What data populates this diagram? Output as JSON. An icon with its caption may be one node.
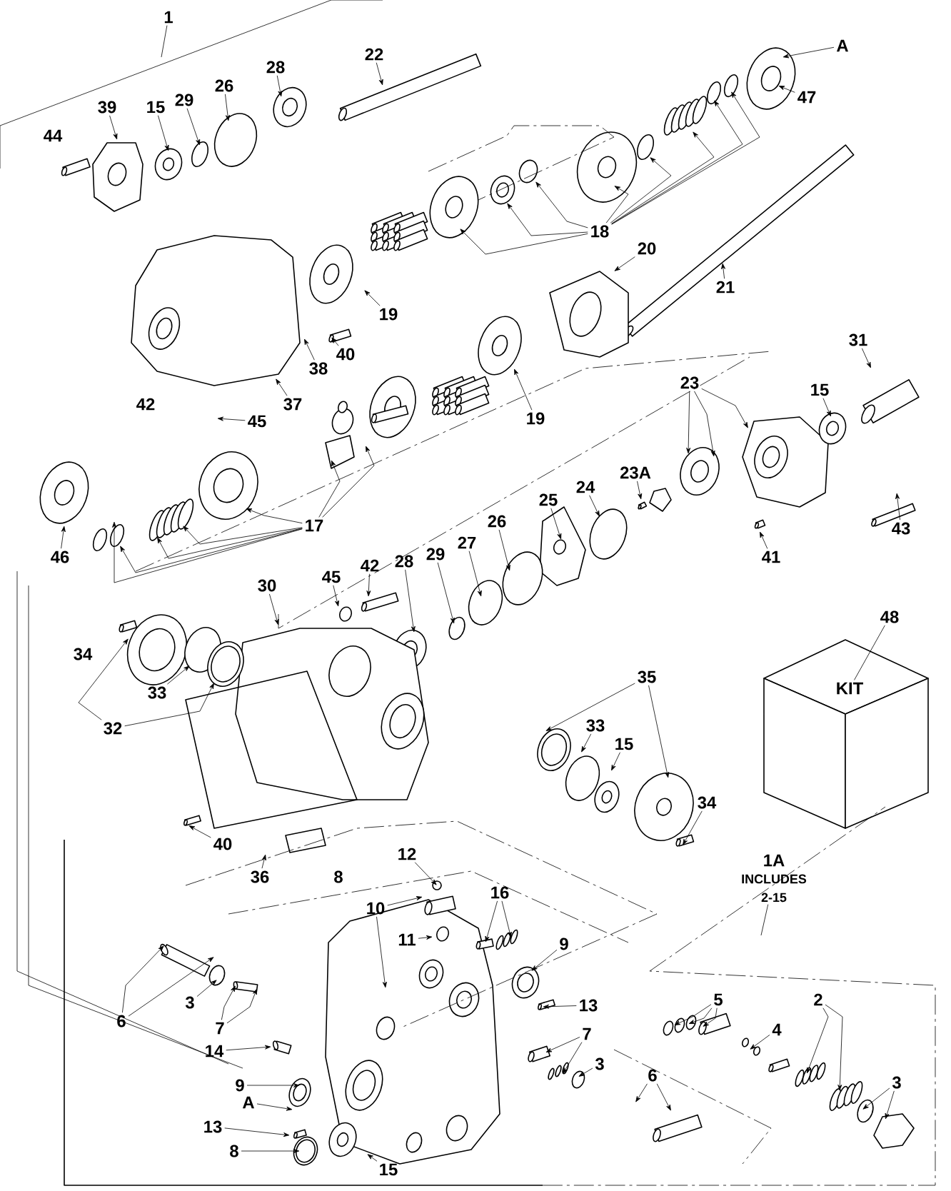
{
  "diagram": {
    "nodes": [
      {
        "text": [
          "1"
        ]
      },
      {
        "text": [
          "22"
        ]
      },
      {
        "text": [
          "A"
        ]
      },
      {
        "text": [
          "28"
        ]
      },
      {
        "text": [
          "26"
        ]
      },
      {
        "text": [
          "29"
        ]
      },
      {
        "text": [
          "15"
        ]
      },
      {
        "text": [
          "39"
        ]
      },
      {
        "text": [
          "47"
        ]
      },
      {
        "text": [
          "18"
        ]
      },
      {
        "text": [
          "20"
        ]
      },
      {
        "text": [
          "21"
        ]
      },
      {
        "text": [
          "19"
        ]
      },
      {
        "text": [
          "38"
        ]
      },
      {
        "text": [
          "40"
        ]
      },
      {
        "text": [
          "37"
        ]
      },
      {
        "text": [
          "45"
        ]
      },
      {
        "text": [
          "19"
        ]
      },
      {
        "text": [
          "31"
        ]
      },
      {
        "text": [
          "23"
        ]
      },
      {
        "text": [
          "15"
        ]
      },
      {
        "text": [
          "23A"
        ]
      },
      {
        "text": [
          "24"
        ]
      },
      {
        "text": [
          "25"
        ]
      },
      {
        "text": [
          "17"
        ]
      },
      {
        "text": [
          "43"
        ]
      },
      {
        "text": [
          "41"
        ]
      },
      {
        "text": [
          "46"
        ]
      },
      {
        "text": [
          "45"
        ]
      },
      {
        "text": [
          "42"
        ]
      },
      {
        "text": [
          "28"
        ]
      },
      {
        "text": [
          "29"
        ]
      },
      {
        "text": [
          "27"
        ]
      },
      {
        "text": [
          "26"
        ]
      },
      {
        "text": [
          "30"
        ]
      },
      {
        "text": [
          "33"
        ]
      },
      {
        "text": [
          "32"
        ]
      },
      {
        "text": [
          "35"
        ]
      },
      {
        "text": [
          "33"
        ]
      },
      {
        "text": [
          "15"
        ]
      },
      {
        "text": [
          "34"
        ]
      },
      {
        "text": [
          "48"
        ]
      },
      {
        "text": [
          "KIT"
        ]
      },
      {
        "text": [
          "40"
        ]
      },
      {
        "text": [
          "36"
        ]
      },
      {
        "text": [
          "12"
        ]
      },
      {
        "text": [
          "10"
        ]
      },
      {
        "text": [
          "11"
        ]
      },
      {
        "text": [
          "16"
        ]
      },
      {
        "text": [
          "9"
        ]
      },
      {
        "text": [
          "1A",
          "INCLUDES 2-15"
        ]
      },
      {
        "text": [
          "6"
        ]
      },
      {
        "text": [
          "3"
        ]
      },
      {
        "text": [
          "7"
        ]
      },
      {
        "text": [
          "13"
        ]
      },
      {
        "text": [
          "5"
        ]
      },
      {
        "text": [
          "2"
        ]
      },
      {
        "text": [
          "14"
        ]
      },
      {
        "text": [
          "7"
        ]
      },
      {
        "text": [
          "4"
        ]
      },
      {
        "text": [
          "3"
        ]
      },
      {
        "text": [
          "6"
        ]
      },
      {
        "text": [
          "9"
        ]
      },
      {
        "text": [
          "3"
        ]
      },
      {
        "text": [
          "A"
        ]
      },
      {
        "text": [
          "13"
        ]
      },
      {
        "text": [
          "8"
        ]
      },
      {
        "text": [
          "15"
        ]
      }
    ],
    "edges": [
      {
        "from": 0,
        "to": null,
        "arrow": "none"
      },
      {
        "from": 1,
        "to": null,
        "arrow": "to"
      },
      {
        "from": 2,
        "to": null,
        "arrow": "to"
      },
      {
        "from": 3,
        "to": null,
        "arrow": "to"
      },
      {
        "from": 4,
        "to": null,
        "arrow": "to"
      },
      {
        "from": 5,
        "to": null,
        "arrow": "to"
      },
      {
        "from": 6,
        "to": null,
        "arrow": "to"
      },
      {
        "from": 7,
        "to": null,
        "arrow": "to"
      },
      {
        "from": 8,
        "to": null,
        "arrow": "to"
      },
      {
        "from": 9,
        "to": null,
        "arrow": "to"
      },
      {
        "from": 9,
        "to": null,
        "arrow": "to"
      },
      {
        "from": 9,
        "to": null,
        "arrow": "to"
      },
      {
        "from": 9,
        "to": null,
        "arrow": "to"
      },
      {
        "from": 9,
        "to": null,
        "arrow": "to"
      },
      {
        "from": 9,
        "to": null,
        "arrow": "to"
      },
      {
        "from": 9,
        "to": null,
        "arrow": "to"
      },
      {
        "from": 9,
        "to": null,
        "arrow": "to"
      },
      {
        "from": 10,
        "to": null,
        "arrow": "to"
      },
      {
        "from": 11,
        "to": null,
        "arrow": "to"
      },
      {
        "from": 12,
        "to": null,
        "arrow": "to"
      },
      {
        "from": 13,
        "to": null,
        "arrow": "to"
      },
      {
        "from": 14,
        "to": null,
        "arrow": "to"
      },
      {
        "from": 15,
        "to": null,
        "arrow": "to"
      },
      {
        "from": 16,
        "to": null,
        "arrow": "to"
      },
      {
        "from": 17,
        "to": null,
        "arrow": "to"
      },
      {
        "from": 18,
        "to": null,
        "arrow": "to"
      },
      {
        "from": 19,
        "to": null,
        "arrow": "to"
      },
      {
        "from": 19,
        "to": null,
        "arrow": "to"
      },
      {
        "from": 19,
        "to": null,
        "arrow": "to"
      },
      {
        "from": 20,
        "to": null,
        "arrow": "to"
      },
      {
        "from": 21,
        "to": null,
        "arrow": "to"
      },
      {
        "from": 22,
        "to": null,
        "arrow": "to"
      },
      {
        "from": 23,
        "to": null,
        "arrow": "to"
      },
      {
        "from": 24,
        "to": null,
        "arrow": "to"
      },
      {
        "from": 24,
        "to": null,
        "arrow": "to"
      },
      {
        "from": 24,
        "to": null,
        "arrow": "to"
      },
      {
        "from": 24,
        "to": null,
        "arrow": "to"
      },
      {
        "from": 24,
        "to": null,
        "arrow": "to"
      },
      {
        "from": 24,
        "to": null,
        "arrow": "to"
      },
      {
        "from": 24,
        "to": null,
        "arrow": "to"
      },
      {
        "from": 25,
        "to": null,
        "arrow": "to"
      },
      {
        "from": 26,
        "to": null,
        "arrow": "to"
      },
      {
        "from": 27,
        "to": null,
        "arrow": "to"
      },
      {
        "from": 28,
        "to": null,
        "arrow": "to"
      },
      {
        "from": 29,
        "to": null,
        "arrow": "to"
      },
      {
        "from": 30,
        "to": null,
        "arrow": "to"
      },
      {
        "from": 31,
        "to": null,
        "arrow": "to"
      },
      {
        "from": 32,
        "to": null,
        "arrow": "to"
      },
      {
        "from": 33,
        "to": null,
        "arrow": "to"
      },
      {
        "from": 34,
        "to": null,
        "arrow": "to"
      },
      {
        "from": 35,
        "to": null,
        "arrow": "to"
      },
      {
        "from": 36,
        "to": null,
        "arrow": "to"
      },
      {
        "from": 36,
        "to": null,
        "arrow": "to"
      },
      {
        "from": 37,
        "to": null,
        "arrow": "to"
      },
      {
        "from": 37,
        "to": null,
        "arrow": "to"
      },
      {
        "from": 38,
        "to": null,
        "arrow": "to"
      },
      {
        "from": 39,
        "to": null,
        "arrow": "to"
      },
      {
        "from": 40,
        "to": null,
        "arrow": "to"
      },
      {
        "from": 41,
        "to": 42,
        "arrow": "none"
      },
      {
        "from": 43,
        "to": null,
        "arrow": "to"
      },
      {
        "from": 44,
        "to": null,
        "arrow": "to"
      },
      {
        "from": 45,
        "to": null,
        "arrow": "to"
      },
      {
        "from": 46,
        "to": null,
        "arrow": "to"
      },
      {
        "from": 46,
        "to": null,
        "arrow": "to"
      },
      {
        "from": 47,
        "to": null,
        "arrow": "to"
      },
      {
        "from": 48,
        "to": null,
        "arrow": "to"
      },
      {
        "from": 48,
        "to": null,
        "arrow": "to"
      },
      {
        "from": 49,
        "to": null,
        "arrow": "to"
      },
      {
        "from": 50,
        "to": null,
        "arrow": "none"
      },
      {
        "from": 51,
        "to": null,
        "arrow": "to"
      },
      {
        "from": 51,
        "to": null,
        "arrow": "to"
      },
      {
        "from": 52,
        "to": null,
        "arrow": "to"
      },
      {
        "from": 53,
        "to": null,
        "arrow": "to"
      },
      {
        "from": 53,
        "to": null,
        "arrow": "to"
      },
      {
        "from": 54,
        "to": null,
        "arrow": "to"
      },
      {
        "from": 55,
        "to": null,
        "arrow": "to"
      },
      {
        "from": 55,
        "to": null,
        "arrow": "to"
      },
      {
        "from": 55,
        "to": null,
        "arrow": "to"
      },
      {
        "from": 56,
        "to": null,
        "arrow": "to"
      },
      {
        "from": 56,
        "to": null,
        "arrow": "to"
      },
      {
        "from": 57,
        "to": null,
        "arrow": "to"
      },
      {
        "from": 58,
        "to": null,
        "arrow": "to"
      },
      {
        "from": 58,
        "to": null,
        "arrow": "to"
      },
      {
        "from": 59,
        "to": null,
        "arrow": "to"
      },
      {
        "from": 60,
        "to": null,
        "arrow": "to"
      },
      {
        "from": 61,
        "to": null,
        "arrow": "to"
      },
      {
        "from": 61,
        "to": null,
        "arrow": "to"
      },
      {
        "from": 62,
        "to": null,
        "arrow": "to"
      },
      {
        "from": 63,
        "to": null,
        "arrow": "to"
      },
      {
        "from": 63,
        "to": null,
        "arrow": "to"
      },
      {
        "from": 64,
        "to": null,
        "arrow": "to"
      },
      {
        "from": 65,
        "to": null,
        "arrow": "to"
      },
      {
        "from": 66,
        "to": null,
        "arrow": "to"
      },
      {
        "from": 67,
        "to": null,
        "arrow": "to"
      }
    ],
    "labels": [
      "44",
      "42",
      "34",
      "8"
    ]
  }
}
